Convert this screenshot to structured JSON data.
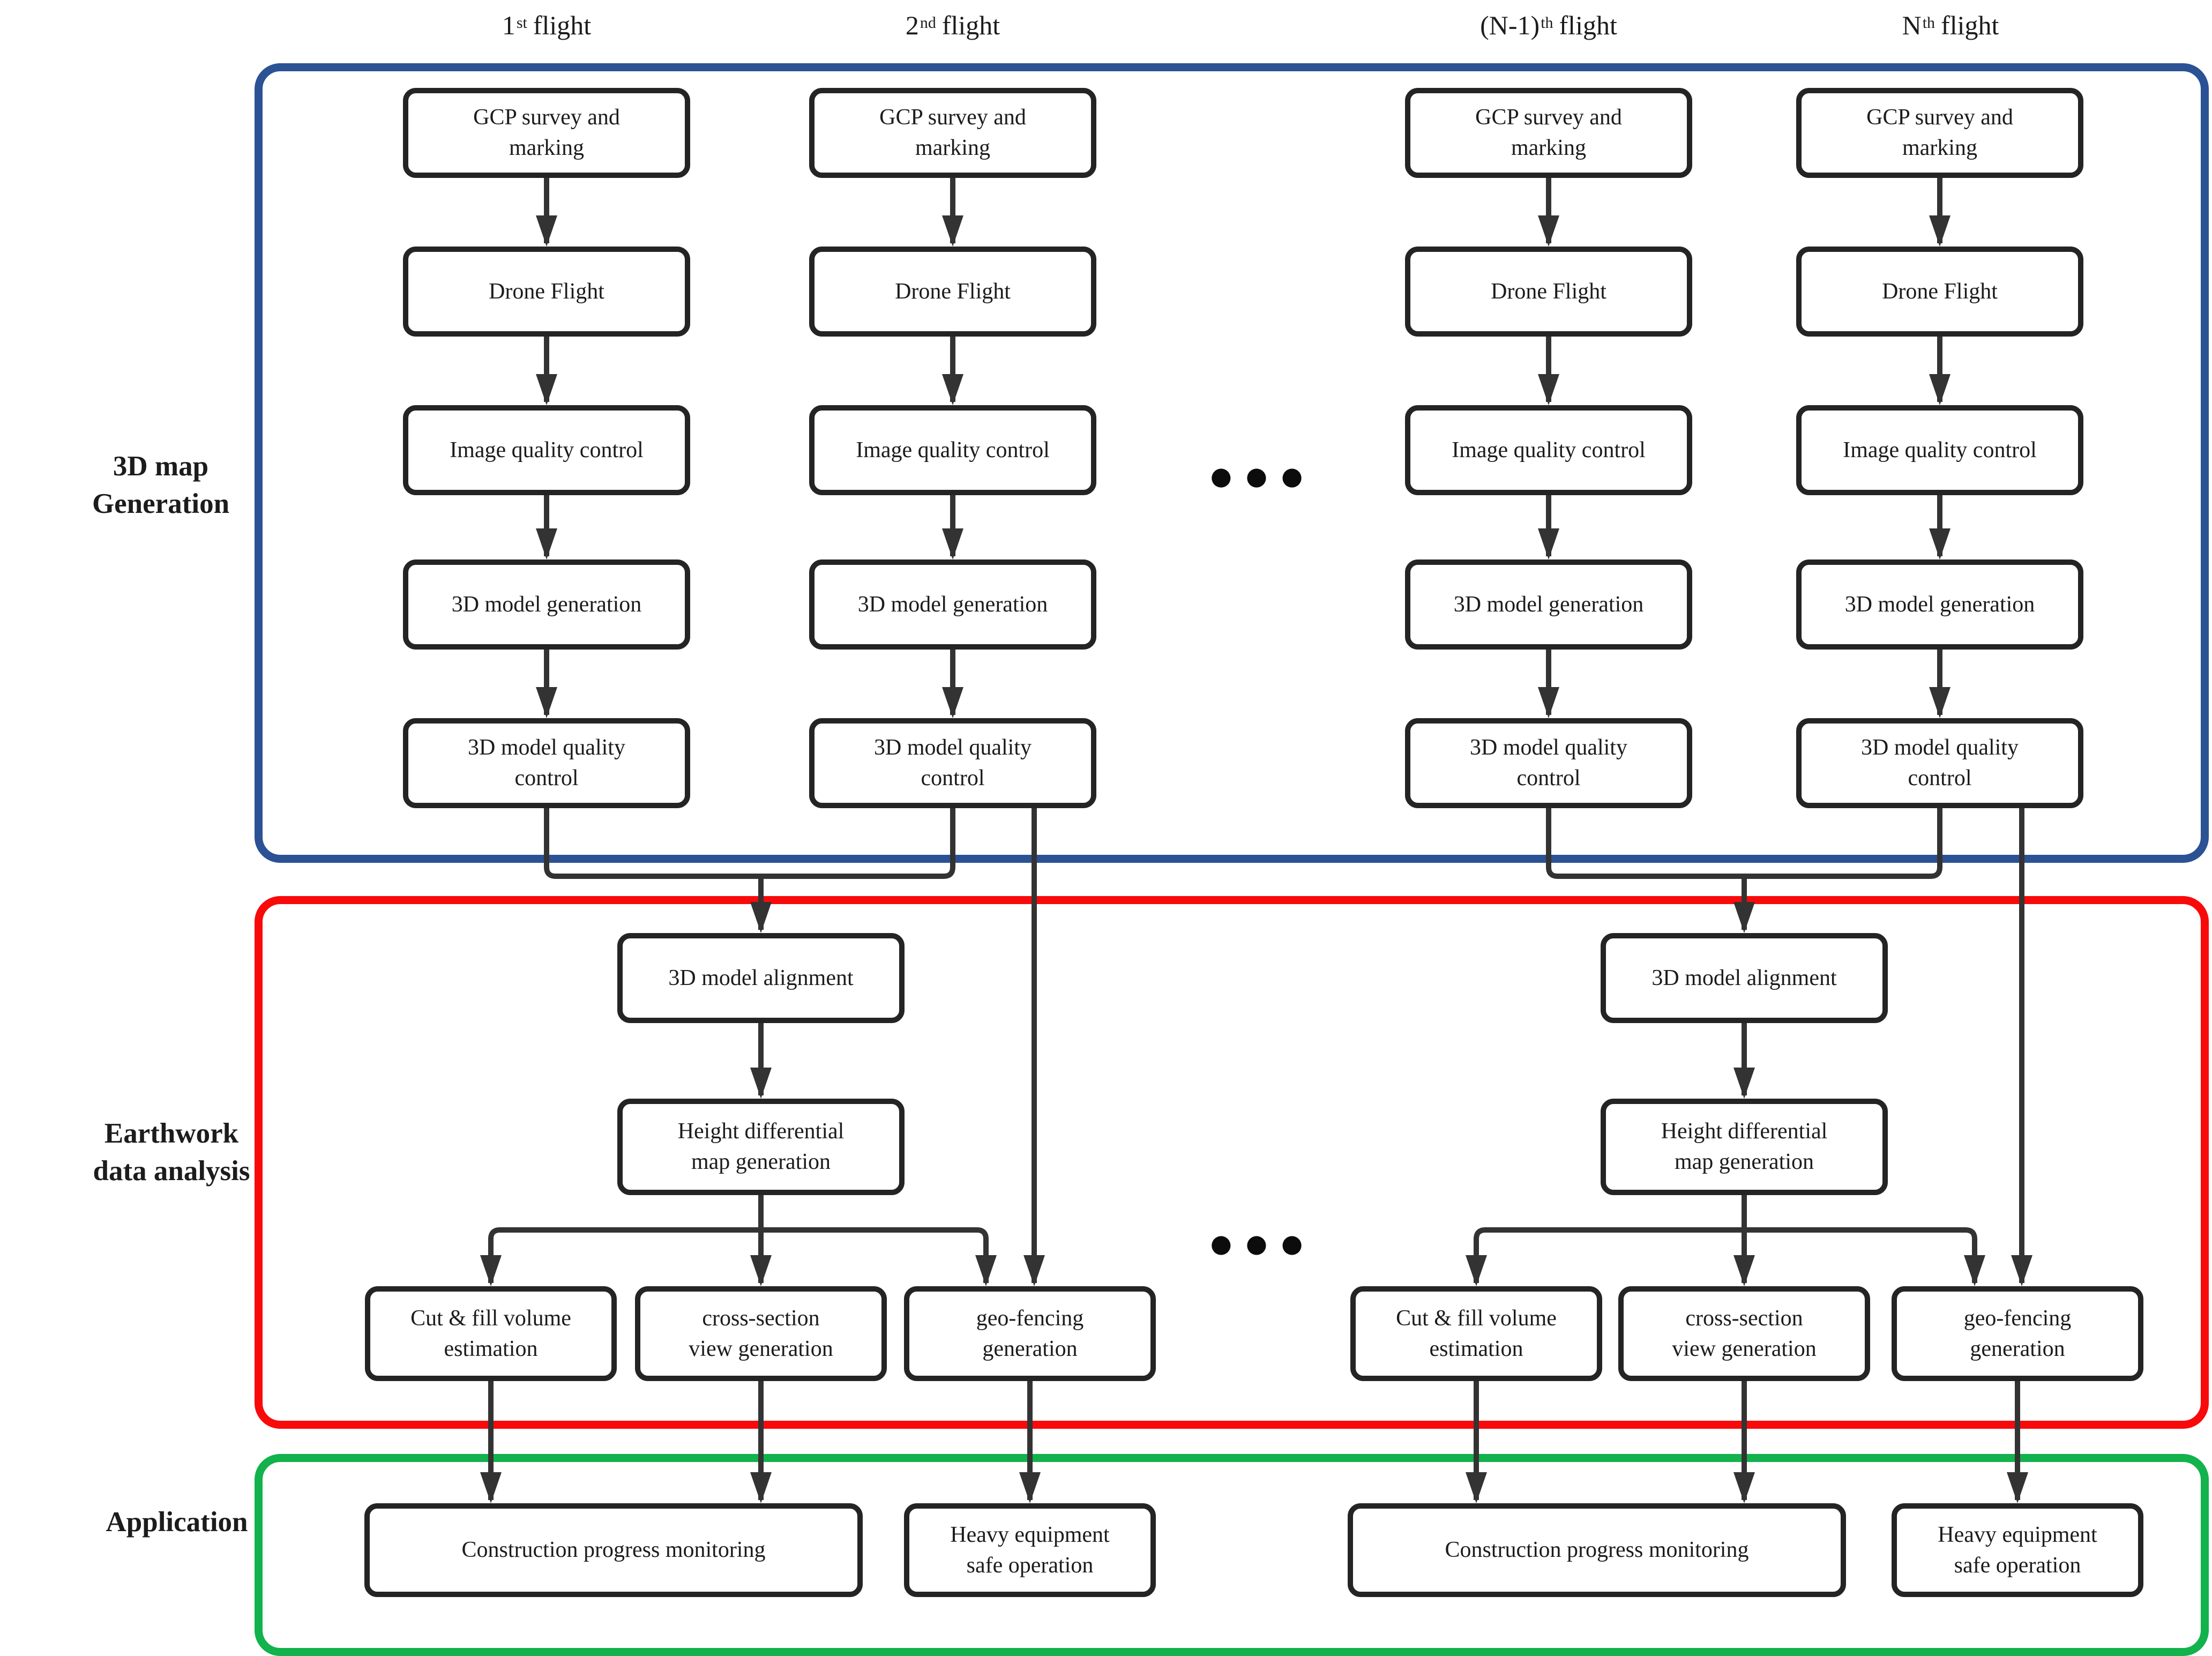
{
  "headers": [
    {
      "pre": "1",
      "sup": "st",
      "post": "flight"
    },
    {
      "pre": "2",
      "sup": "nd",
      "post": "flight"
    },
    {
      "pre": "(N-1)",
      "sup": "th",
      "post": "flight"
    },
    {
      "pre": "N",
      "sup": "th",
      "post": "flight"
    }
  ],
  "side_labels": {
    "map_generation": "3D map\nGeneration",
    "data_analysis": "Earthwork\ndata analysis",
    "application": "Application"
  },
  "nodes": {
    "gcp": "GCP survey and\nmarking",
    "drone": "Drone Flight",
    "image_qc": "Image quality control",
    "model_gen": "3D model generation",
    "model_qc": "3D model quality\ncontrol",
    "alignment": "3D model alignment",
    "height_map": "Height differential\nmap generation",
    "cut_fill": "Cut & fill volume\nestimation",
    "cross_section": "cross-section\nview generation",
    "geo_fencing": "geo-fencing\ngeneration",
    "progress": "Construction progress monitoring",
    "safety": "Heavy equipment\nsafe operation"
  },
  "ellipsis": "●●●",
  "colors": {
    "map_generation_frame": "#2b5294",
    "data_analysis_frame": "#f90a0a",
    "application_frame": "#12b24c",
    "node_border": "#242424",
    "connector": "#333333"
  }
}
